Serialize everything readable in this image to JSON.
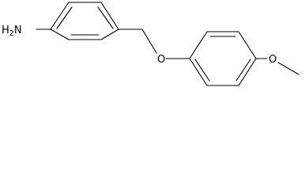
{
  "molecule": {
    "atoms": {
      "amine": {
        "element": "N",
        "hydrogens": "2",
        "text": "H2N"
      },
      "ether_oxygen": {
        "element": "O",
        "text": "O"
      },
      "methoxy_oxygen": {
        "element": "O",
        "text": "O"
      }
    },
    "bond_color": "#000000",
    "background": "#ffffff"
  }
}
